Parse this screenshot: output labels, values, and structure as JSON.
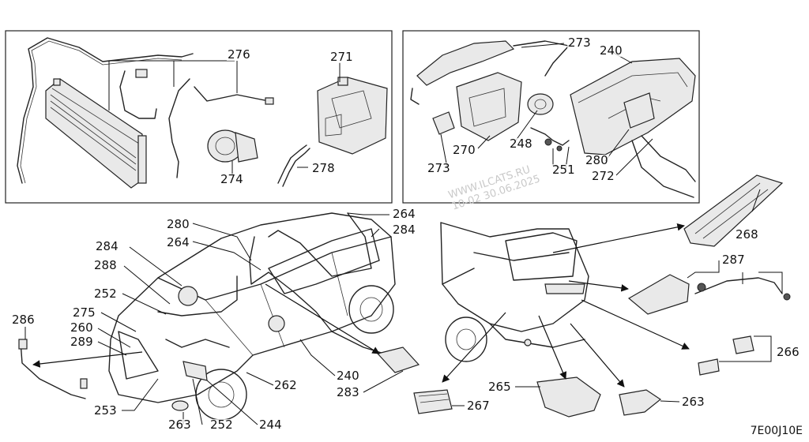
{
  "watermark": {
    "line1": "WWW.ILCATS.RU",
    "line2": "10-02 30.06.2025"
  },
  "diagram_code": "7E00J10E",
  "labels": {
    "l276": "276",
    "l271": "271",
    "l274": "274",
    "l278": "278",
    "l273a": "273",
    "l240a": "240",
    "l270": "270",
    "l248": "248",
    "l273b": "273",
    "l251": "251",
    "l280a": "280",
    "l272": "272",
    "l264a": "264",
    "l284a": "284",
    "l280b": "280",
    "l284b": "284",
    "l264b": "264",
    "l288": "288",
    "l252a": "252",
    "l275": "275",
    "l260": "260",
    "l289": "289",
    "l286": "286",
    "l253": "253",
    "l263a": "263",
    "l252b": "252",
    "l244": "244",
    "l262": "262",
    "l240b": "240",
    "l283": "283",
    "l268": "268",
    "l287": "287",
    "l266": "266",
    "l265": "265",
    "l267": "267",
    "l263b": "263"
  }
}
